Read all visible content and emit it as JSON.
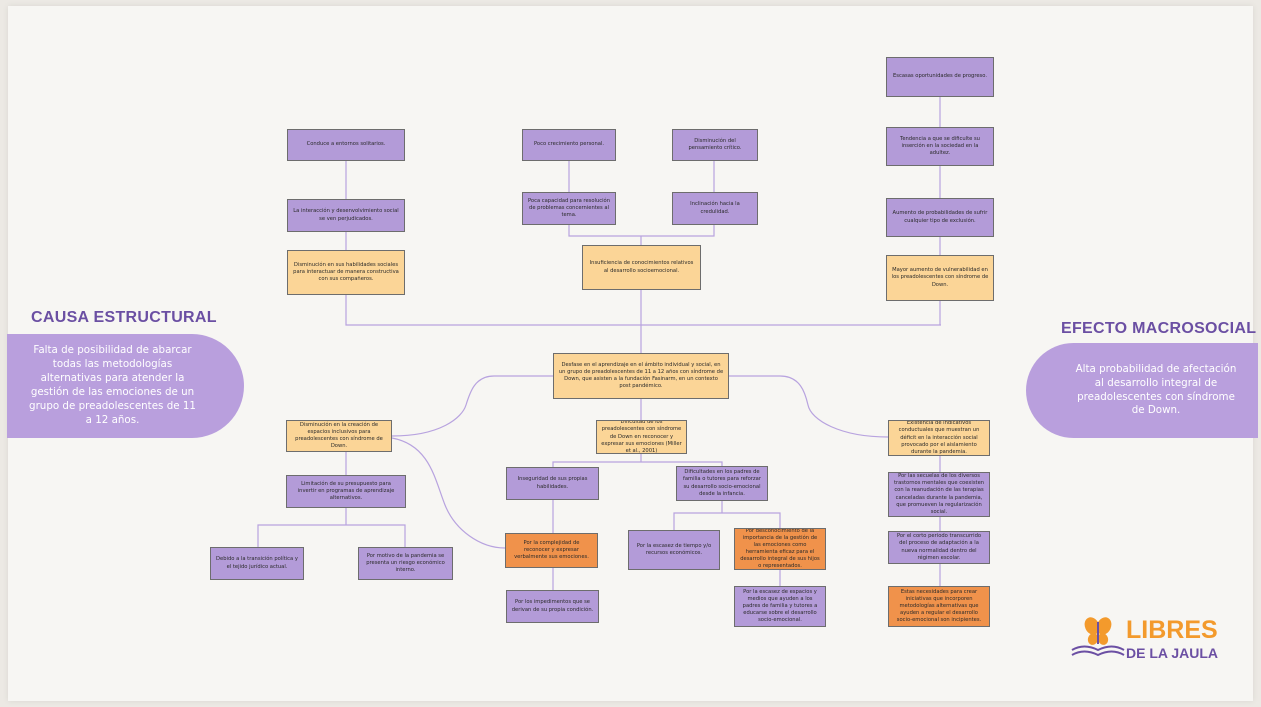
{
  "left_panel": {
    "title": "CAUSA ESTRUCTURAL",
    "text": "Falta de posibilidad de abarcar todas las metodologías alternativas para atender la gestión de las emociones de un grupo de preadolescentes de 11 a 12 años."
  },
  "right_panel": {
    "title": "EFECTO MACROSOCIAL",
    "text": "Alta probabilidad de afectación al desarrollo integral de preadolescentes con síndrome de Down."
  },
  "nodes": {
    "n_center": "Desfase en el aprendizaje en el ámbito individual y social, en un grupo de preadolescentes de 11 a 12 años con síndrome de Down, que asisten a la fundación Fasinarm, en un contexto post pandémico.",
    "n_c1": "Conduce a entornos solitarios.",
    "n_c2": "La interacción y desenvolvimiento social se ven perjudicados.",
    "n_c3": "Disminución en sus habilidades sociales para interactuar de manera constructiva con sus compañeros.",
    "n_m1": "Poco crecimiento personal.",
    "n_m2": "Poca capacidad para resolución de problemas concernientes al tema.",
    "n_m3": "Disminución del pensamiento crítico.",
    "n_m4": "Inclinación hacia la credulidad.",
    "n_m5": "Insuficiencia de conocimientos relativos al desarrollo socioemocional.",
    "n_r1": "Escasas oportunidades de progreso.",
    "n_r2": "Tendencia a que se dificulte su inserción en la sociedad en la adultez.",
    "n_r3": "Aumento de probabilidades de sufrir cualquier tipo de exclusión.",
    "n_r4": "Mayor aumento de vulnerabilidad en los preadolescentes con síndrome de Down.",
    "n_l1": "Disminución en la creación de espacios inclusivos para preadolescentes con síndrome de Down.",
    "n_l2": "Limitación de su presupuesto para invertir en programas de aprendizaje alternativos.",
    "n_l3": "Debido a la transición política y el tejido jurídico actual.",
    "n_l4": "Por motivo de la pandemia se presenta un riesgo económico interno.",
    "n_cm1": "Dificultad de los preadolescentes con síndrome de Down en reconocer y expresar sus emociones (Miller et al., 2001)",
    "n_cm2": "Inseguridad de sus propias habilidades.",
    "n_cm3": "Por la complejidad de reconocer y expresar verbalmente sus emociones.",
    "n_cm4": "Por los impedimentos que se derivan de su propia condición.",
    "n_cm5": "Dificultades en los padres de familia o tutores para reforzar su desarrollo socio-emocional desde la infancia.",
    "n_cm6": "Por la escasez de tiempo y/o recursos económicos.",
    "n_cm7": "Por desconocimiento de la importancia de la gestión de las emociones como herramienta eficaz para el desarrollo integral de sus hijos o representados.",
    "n_cm8": "Por la escasez de espacios y medios que ayuden a los padres de familia y tutores a educarse sobre el desarrollo socio-emocional.",
    "n_rb1": "Existencia de indicativos conductuales que muestran un déficit en la interacción social provocado por el aislamiento durante la pandemia.",
    "n_rb2": "Por las secuelas de los diversos trastornos mentales que coexisten con la reanudación de las terapias canceladas durante la pandemia, que promueven la regularización social.",
    "n_rb3": "Por el corto periodo transcurrido del proceso de adaptación a la nueva normalidad dentro del régimen escolar.",
    "n_rb4": "Estas necesidades para crear iniciativas que incorporen metodologías alternativas que ayuden a regular el desarrollo socio-emocional son incipientes."
  },
  "logo": {
    "line1": "LIBRES",
    "line2": "DE LA JAULA",
    "icon": "butterfly-book-icon",
    "colors": {
      "orange": "#f39a2c",
      "purple": "#6b4fa3"
    }
  },
  "colors": {
    "purple_box": "#b39bd8",
    "yellow_box": "#fbd597",
    "orange_box": "#f0924b",
    "connector": "#b8a3df"
  }
}
